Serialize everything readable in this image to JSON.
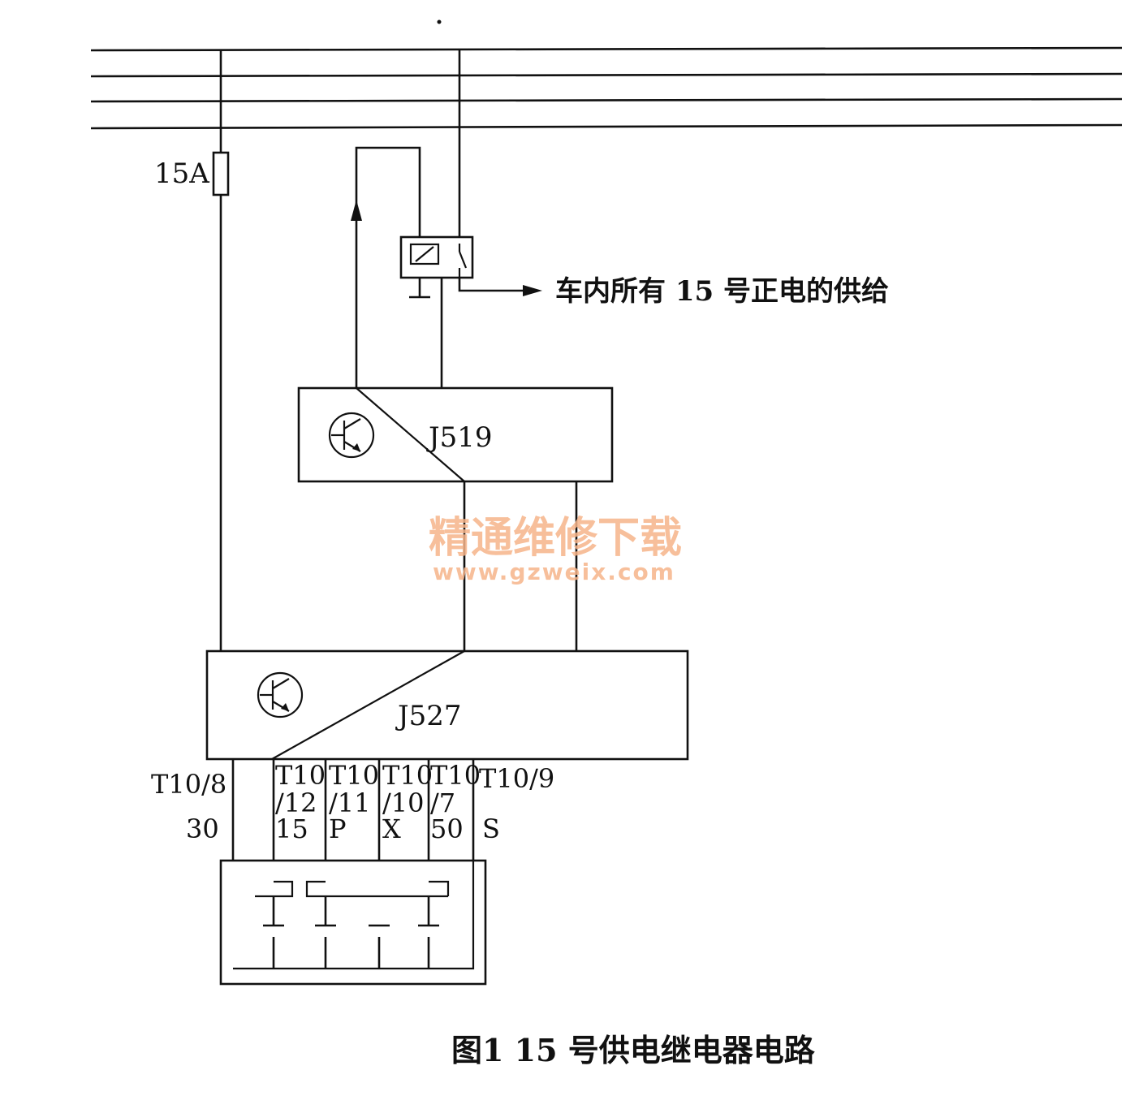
{
  "bus": {
    "fuse_label": "15A"
  },
  "relay": {
    "output_note": "车内所有 15 号正电的供给"
  },
  "modules": {
    "upper": {
      "name": "J519"
    },
    "lower": {
      "name": "J527"
    }
  },
  "connector": {
    "left_pin": {
      "line1": "T10/8",
      "line2": "30"
    },
    "pins": [
      {
        "line1": "T10",
        "line2": "/12",
        "line3": "15"
      },
      {
        "line1": "T10",
        "line2": "/11",
        "line3": "P"
      },
      {
        "line1": "T10",
        "line2": "/10",
        "line3": "X"
      },
      {
        "line1": "T10",
        "line2": "/7",
        "line3": "50"
      }
    ],
    "right_pin": {
      "line1": "T10/9",
      "line2": "S"
    }
  },
  "watermark": {
    "title": "精通维修下载",
    "url": "www.gzweix.com"
  },
  "caption": "图1  15 号供电继电器电路"
}
